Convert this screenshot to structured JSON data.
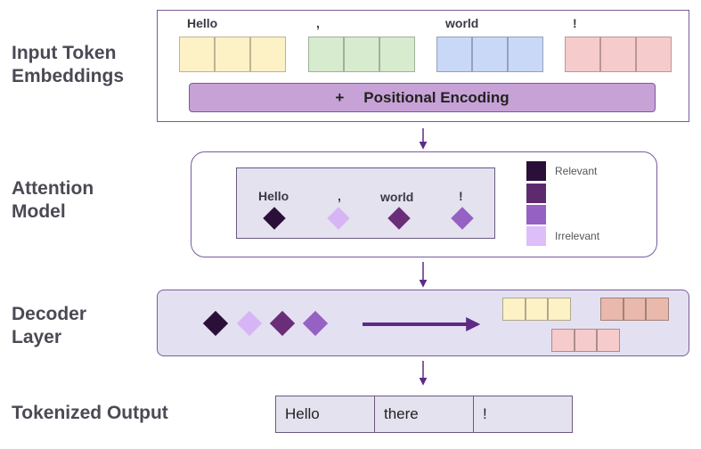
{
  "labels": {
    "input": "Input Token\nEmbeddings",
    "attention": "Attention\nModel",
    "decoder": "Decoder\nLayer",
    "output": "Tokenized Output"
  },
  "tokens": [
    {
      "word": "Hello",
      "color": "#fdf1c6"
    },
    {
      "word": ",",
      "color": "#d7ebcf"
    },
    {
      "word": "world",
      "color": "#c9d8f7"
    },
    {
      "word": "!",
      "color": "#f6cbcb"
    }
  ],
  "positional_encoding": {
    "plus": "+",
    "label": "Positional Encoding"
  },
  "attention": {
    "words": [
      "Hello",
      ",",
      "world",
      "!"
    ],
    "weights": [
      "#2a1038",
      "#d7b5f5",
      "#6a2d78",
      "#9561c2"
    ]
  },
  "legend": {
    "relevant": "Relevant",
    "irrelevant": "Irrelevant",
    "scale": [
      "#2a1038",
      "#5e2a6e",
      "#9561c2",
      "#ddbef8"
    ]
  },
  "decoder": {
    "diamonds": [
      "#2a1038",
      "#d7b5f5",
      "#6a2d78",
      "#9561c2"
    ],
    "outputs": [
      "#fdf1c6",
      "#e8b9ac",
      "#f6cbcb"
    ],
    "arrow_color": "#5e2a85"
  },
  "output_tokens": [
    "Hello",
    "there",
    "!"
  ]
}
